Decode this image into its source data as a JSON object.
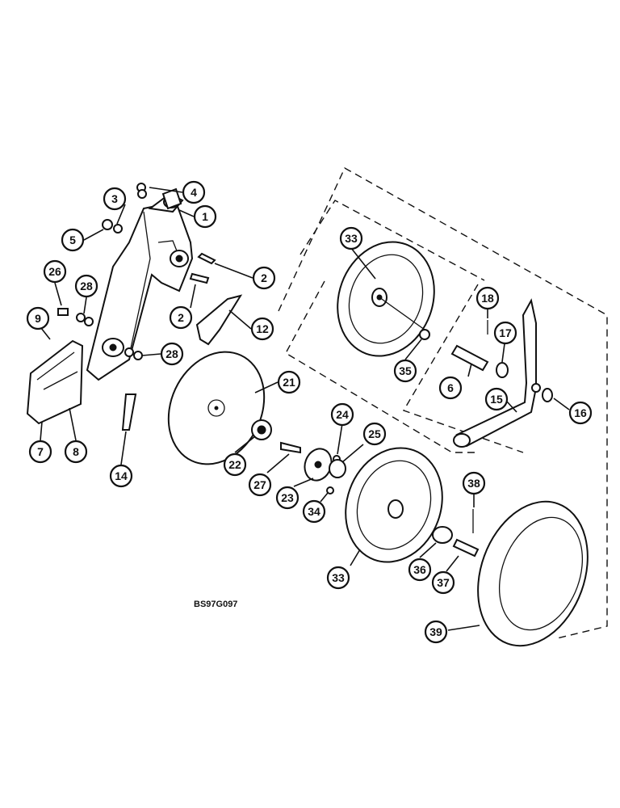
{
  "drawing_code": "BS97G097",
  "callouts": [
    {
      "id": "c1",
      "label": "1"
    },
    {
      "id": "c2a",
      "label": "2"
    },
    {
      "id": "c2b",
      "label": "2"
    },
    {
      "id": "c3",
      "label": "3"
    },
    {
      "id": "c4",
      "label": "4"
    },
    {
      "id": "c5",
      "label": "5"
    },
    {
      "id": "c6",
      "label": "6"
    },
    {
      "id": "c7",
      "label": "7"
    },
    {
      "id": "c8",
      "label": "8"
    },
    {
      "id": "c9",
      "label": "9"
    },
    {
      "id": "c12",
      "label": "12"
    },
    {
      "id": "c14",
      "label": "14"
    },
    {
      "id": "c15",
      "label": "15"
    },
    {
      "id": "c16",
      "label": "16"
    },
    {
      "id": "c17",
      "label": "17"
    },
    {
      "id": "c18",
      "label": "18"
    },
    {
      "id": "c21",
      "label": "21"
    },
    {
      "id": "c22",
      "label": "22"
    },
    {
      "id": "c23",
      "label": "23"
    },
    {
      "id": "c24",
      "label": "24"
    },
    {
      "id": "c25",
      "label": "25"
    },
    {
      "id": "c26",
      "label": "26"
    },
    {
      "id": "c27",
      "label": "27"
    },
    {
      "id": "c28a",
      "label": "28"
    },
    {
      "id": "c28b",
      "label": "28"
    },
    {
      "id": "c33a",
      "label": "33"
    },
    {
      "id": "c33b",
      "label": "33"
    },
    {
      "id": "c34",
      "label": "34"
    },
    {
      "id": "c35",
      "label": "35"
    },
    {
      "id": "c36",
      "label": "36"
    },
    {
      "id": "c37",
      "label": "37"
    },
    {
      "id": "c38",
      "label": "38"
    },
    {
      "id": "c39",
      "label": "39"
    }
  ]
}
